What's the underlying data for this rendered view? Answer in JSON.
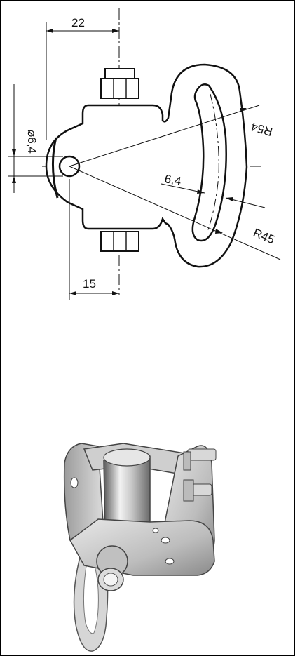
{
  "drawing": {
    "dimensions": {
      "width_top": "22",
      "hole_diameter": "⌀6,4",
      "radius_outer": "R54",
      "slot_width": "6,4",
      "radius_inner": "R45",
      "width_bottom": "15"
    }
  },
  "colors": {
    "line": "#111111",
    "metal_light": "#e0e0e0",
    "metal_mid": "#b6b6b6",
    "metal_dark": "#6f6f6f"
  }
}
